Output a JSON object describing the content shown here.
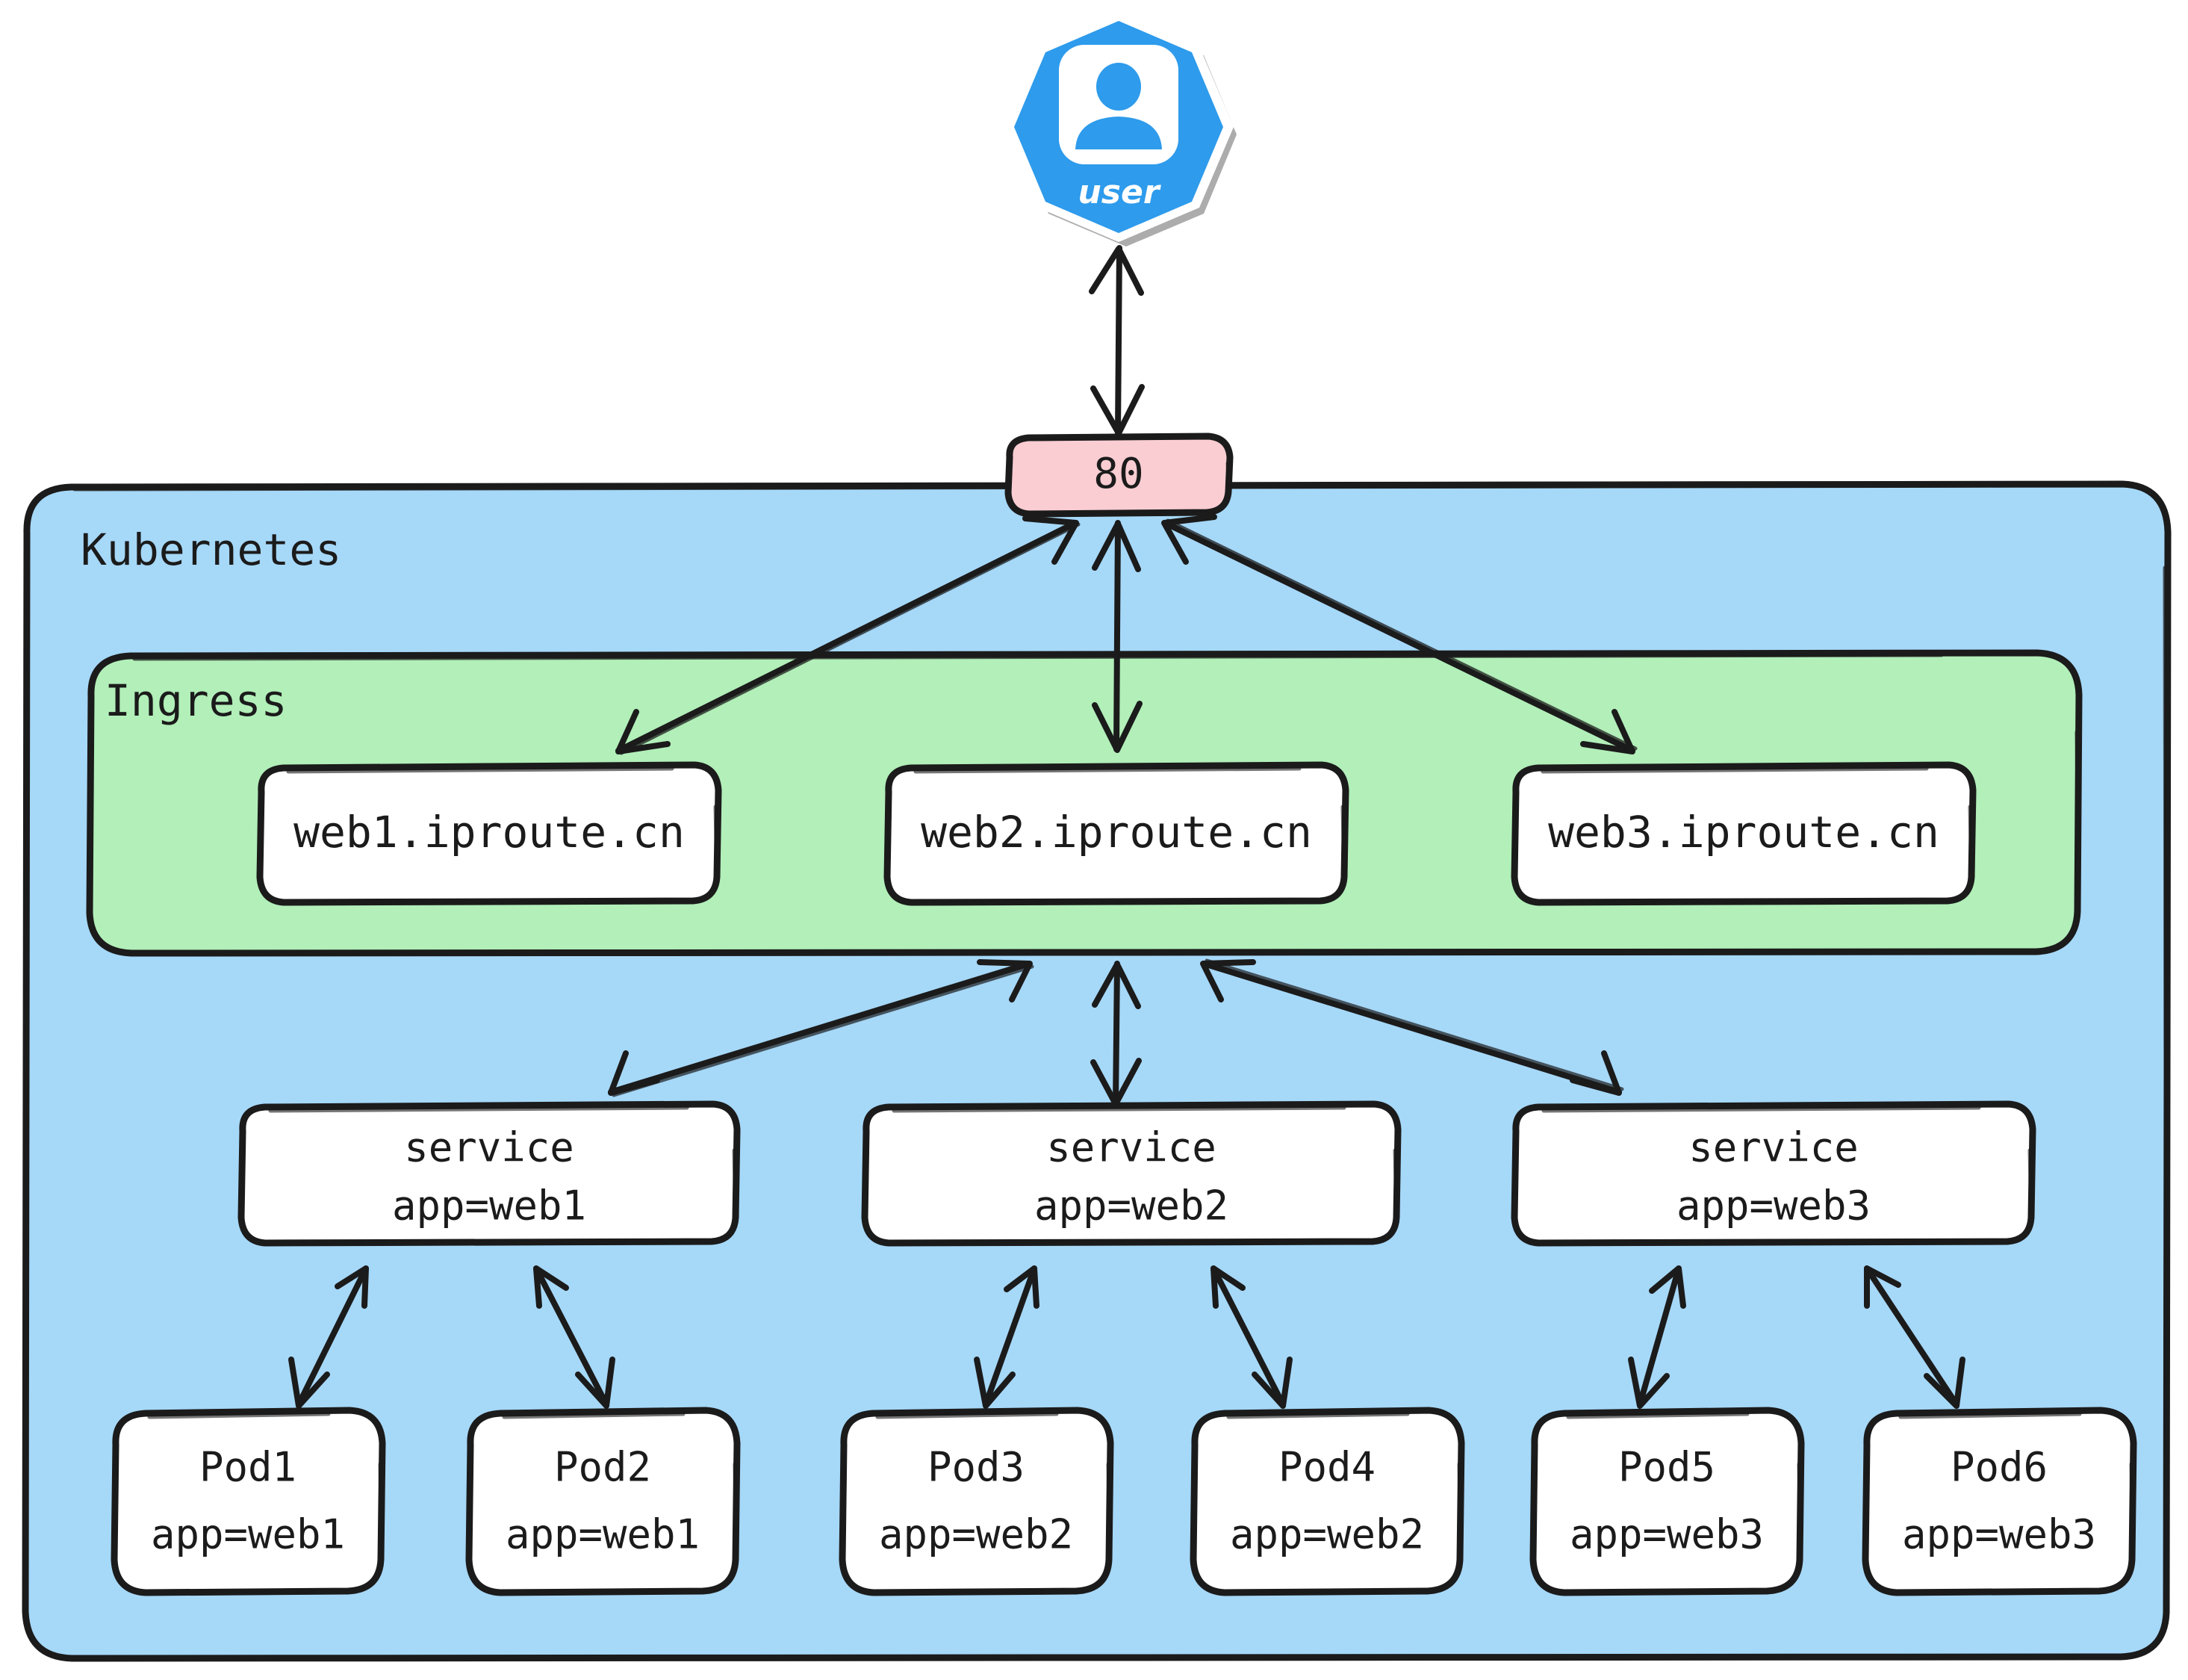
{
  "diagram": {
    "title": "Kubernetes Ingress routing diagram",
    "colors": {
      "kubernetes_fill": "#a6d8f8",
      "ingress_fill": "#b2efb9",
      "port_fill": "#f9cdd2",
      "node_fill": "#ffffff",
      "stroke": "#1b1b1b",
      "user_blue": "#2e9bec",
      "user_shadow": "#9e9e9e"
    }
  },
  "user_node": {
    "icon": "user-avatar-icon",
    "label": "user"
  },
  "port_node": {
    "label": "80"
  },
  "kubernetes": {
    "label": "Kubernetes"
  },
  "ingress": {
    "label": "Ingress",
    "hosts": [
      {
        "id": "host1",
        "label": "web1.iproute.cn"
      },
      {
        "id": "host2",
        "label": "web2.iproute.cn"
      },
      {
        "id": "host3",
        "label": "web3.iproute.cn"
      }
    ]
  },
  "services": [
    {
      "id": "svc1",
      "line1": "service",
      "line2": "app=web1"
    },
    {
      "id": "svc2",
      "line1": "service",
      "line2": "app=web2"
    },
    {
      "id": "svc3",
      "line1": "service",
      "line2": "app=web3"
    }
  ],
  "pods": [
    {
      "id": "pod1",
      "line1": "Pod1",
      "line2": "app=web1"
    },
    {
      "id": "pod2",
      "line1": "Pod2",
      "line2": "app=web1"
    },
    {
      "id": "pod3",
      "line1": "Pod3",
      "line2": "app=web2"
    },
    {
      "id": "pod4",
      "line1": "Pod4",
      "line2": "app=web2"
    },
    {
      "id": "pod5",
      "line1": "Pod5",
      "line2": "app=web3"
    },
    {
      "id": "pod6",
      "line1": "Pod6",
      "line2": "app=web3"
    }
  ],
  "connections": [
    {
      "from": "user",
      "to": "port-80",
      "type": "bidirectional"
    },
    {
      "from": "port-80",
      "to": "host1",
      "type": "bidirectional"
    },
    {
      "from": "port-80",
      "to": "host2",
      "type": "bidirectional"
    },
    {
      "from": "port-80",
      "to": "host3",
      "type": "bidirectional"
    },
    {
      "from": "ingress",
      "to": "svc1",
      "type": "bidirectional"
    },
    {
      "from": "ingress",
      "to": "svc2",
      "type": "bidirectional"
    },
    {
      "from": "ingress",
      "to": "svc3",
      "type": "bidirectional"
    },
    {
      "from": "svc1",
      "to": "pod1",
      "type": "bidirectional"
    },
    {
      "from": "svc1",
      "to": "pod2",
      "type": "bidirectional"
    },
    {
      "from": "svc2",
      "to": "pod3",
      "type": "bidirectional"
    },
    {
      "from": "svc2",
      "to": "pod4",
      "type": "bidirectional"
    },
    {
      "from": "svc3",
      "to": "pod5",
      "type": "bidirectional"
    },
    {
      "from": "svc3",
      "to": "pod6",
      "type": "bidirectional"
    }
  ]
}
